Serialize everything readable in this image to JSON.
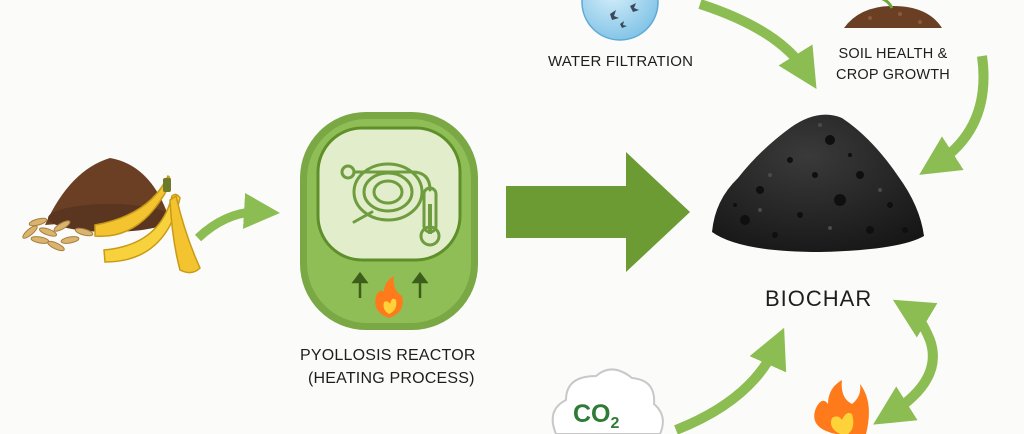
{
  "labels": {
    "water": "WATER FILTRATION",
    "soil_line1": "SOIL HEALTH &",
    "soil_line2": "CROP GROWTH",
    "biochar": "BIOCHAR",
    "reactor": "PYOLLOSIS REACTOR",
    "process": "(HEATING PROCESS)",
    "co2_main": "CO",
    "co2_sub": "2"
  },
  "colors": {
    "arrow": "#8cbd52",
    "arrow_dark": "#5f8f2a",
    "reactor_outer": "#7aa845",
    "reactor_inner": "#e2eecb",
    "biochar": "#2a2a2a",
    "soil": "#6a3f24",
    "banana": "#f4c430",
    "flame": "#ff7a1a",
    "water": "#9fd3ef",
    "co2_text": "#2e7a36"
  },
  "icons": [
    "biomass-pile-icon",
    "banana-icon",
    "reactor-icon",
    "spiral-coil-icon",
    "thermometer-icon",
    "flame-icon",
    "water-drop-icon",
    "soil-mound-icon",
    "biochar-pile-icon",
    "co2-cloud-icon"
  ]
}
